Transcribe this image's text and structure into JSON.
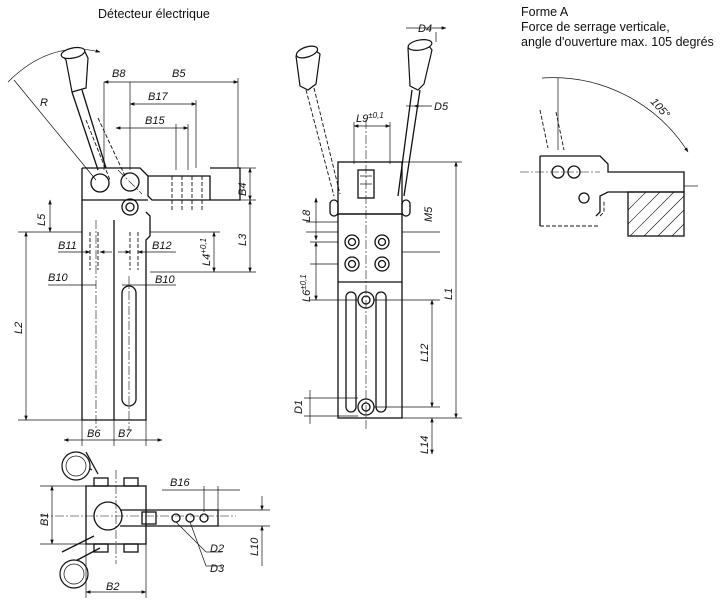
{
  "headers": {
    "left_title": "Détecteur électrique",
    "right_title_1": "Forme A",
    "right_title_2": "Force de serrage verticale,",
    "right_title_3": "angle d'ouverture max. 105 degrés"
  },
  "dimensions": {
    "r": "R",
    "b8": "B8",
    "b5": "B5",
    "b17": "B17",
    "b15": "B15",
    "b4": "B4",
    "l5": "L5",
    "b11": "B11",
    "b12": "B12",
    "l3": "L3",
    "l4": "L4",
    "l4_tol": "+0,1",
    "b10_left": "B10",
    "b10_right": "B10",
    "l2": "L2",
    "b6": "B6",
    "b7": "B7",
    "d4": "D4",
    "d5": "D5",
    "l9": "L9",
    "l9_tol": "±0,1",
    "l8": "L8",
    "m5": "M5",
    "l6": "L6",
    "l6_tol": "±0,1",
    "l1": "L1",
    "l12": "L12",
    "d1": "D1",
    "l14": "L14",
    "b16": "B16",
    "b1": "B1",
    "d2": "D2",
    "d3": "D3",
    "l10": "L10",
    "b2": "B2",
    "angle": "105°"
  }
}
